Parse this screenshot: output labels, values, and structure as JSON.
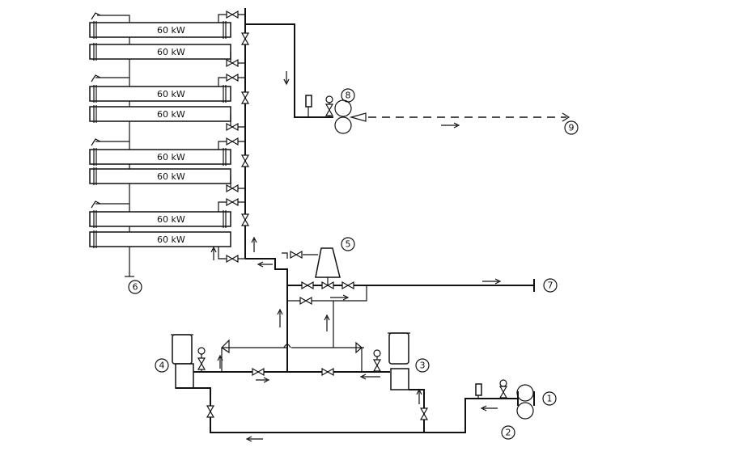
{
  "heaters": [
    {
      "label": "60 kW"
    },
    {
      "label": "60 kW"
    },
    {
      "label": "60 kW"
    },
    {
      "label": "60 kW"
    },
    {
      "label": "60 kW"
    },
    {
      "label": "60 kW"
    },
    {
      "label": "60 kW"
    },
    {
      "label": "60 kW"
    }
  ],
  "markers": [
    "1",
    "2",
    "3",
    "4",
    "5",
    "6",
    "7",
    "8",
    "9"
  ]
}
